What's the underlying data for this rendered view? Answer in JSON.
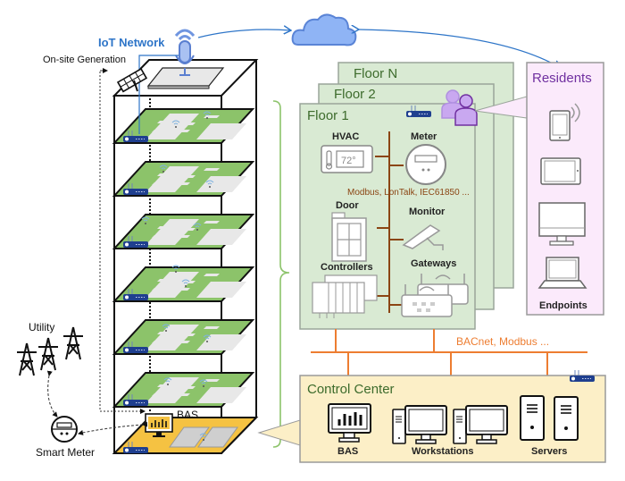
{
  "labels": {
    "iot_network": "IoT Network",
    "onsite_generation": "On-site Generation",
    "utility": "Utility",
    "smart_meter": "Smart Meter",
    "bas_building": "BAS",
    "residents": "Residents",
    "endpoints": "Endpoints",
    "floor_n": "Floor N",
    "floor_2": "Floor 2",
    "floor_1": "Floor 1",
    "hvac": "HVAC",
    "meter": "Meter",
    "door": "Door",
    "monitor": "Monitor",
    "controllers": "Controllers",
    "gateways": "Gateways",
    "floor_protocols": "Modbus, LonTalk, IEC61850 ...",
    "backbone_protocols": "BACnet, Modbus ...",
    "control_center": "Control Center",
    "cc_bas": "BAS",
    "cc_workstations": "Workstations",
    "cc_servers": "Servers",
    "thermostat_reading": "72°"
  },
  "colors": {
    "iot_blue": "#2e75c8",
    "floor_green": "#d9ead3",
    "floor_border": "#9aa59a",
    "floor_title": "#3d6b2c",
    "residents_bg": "#fbeafb",
    "residents_title": "#7030a0",
    "protocol_brown": "#8b4513",
    "backbone_orange": "#ed7d31",
    "control_center_bg": "#fcefc7",
    "cloud_blue": "#8fb4f5",
    "slab_green": "#8cc36a",
    "slab_yellow": "#f5c242",
    "router_blue": "#1f3f8f"
  }
}
